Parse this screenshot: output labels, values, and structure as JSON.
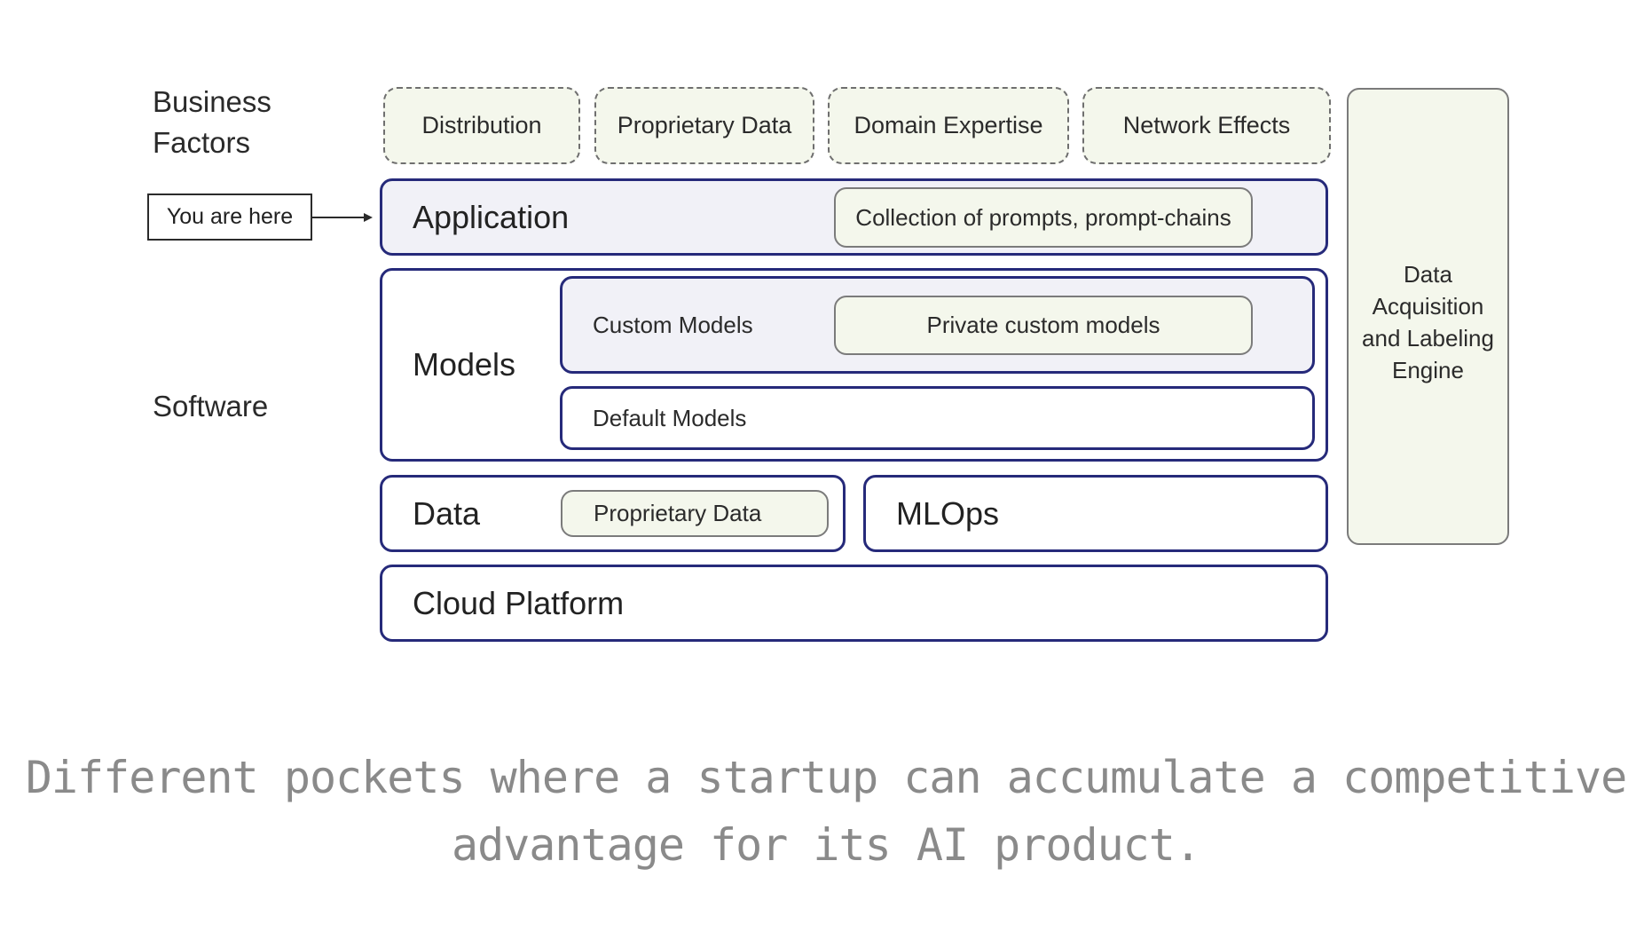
{
  "side_labels": {
    "business_line1": "Business",
    "business_line2": "Factors",
    "software": "Software"
  },
  "you_are_here": "You are here",
  "business_factors": [
    "Distribution",
    "Proprietary Data",
    "Domain Expertise",
    "Network Effects"
  ],
  "application": {
    "label": "Application",
    "pill": "Collection of prompts, prompt-chains"
  },
  "models": {
    "label": "Models",
    "custom_label": "Custom Models",
    "custom_pill": "Private custom models",
    "default_label": "Default Models"
  },
  "data_layer": {
    "label": "Data",
    "pill": "Proprietary Data"
  },
  "mlops": "MLOps",
  "cloud": "Cloud Platform",
  "engine": {
    "line1": "Data",
    "line2": "Acquisition",
    "line3": "and Labeling",
    "line4": "Engine"
  },
  "caption": {
    "line1": "Different pockets where a startup can accumulate a competitive",
    "line2": "advantage for its AI product."
  },
  "colors": {
    "layer_border": "#262a7a",
    "pill_fill": "#f4f7ec",
    "layer_fill": "#f1f1f7",
    "caption": "#8a8a8a"
  }
}
